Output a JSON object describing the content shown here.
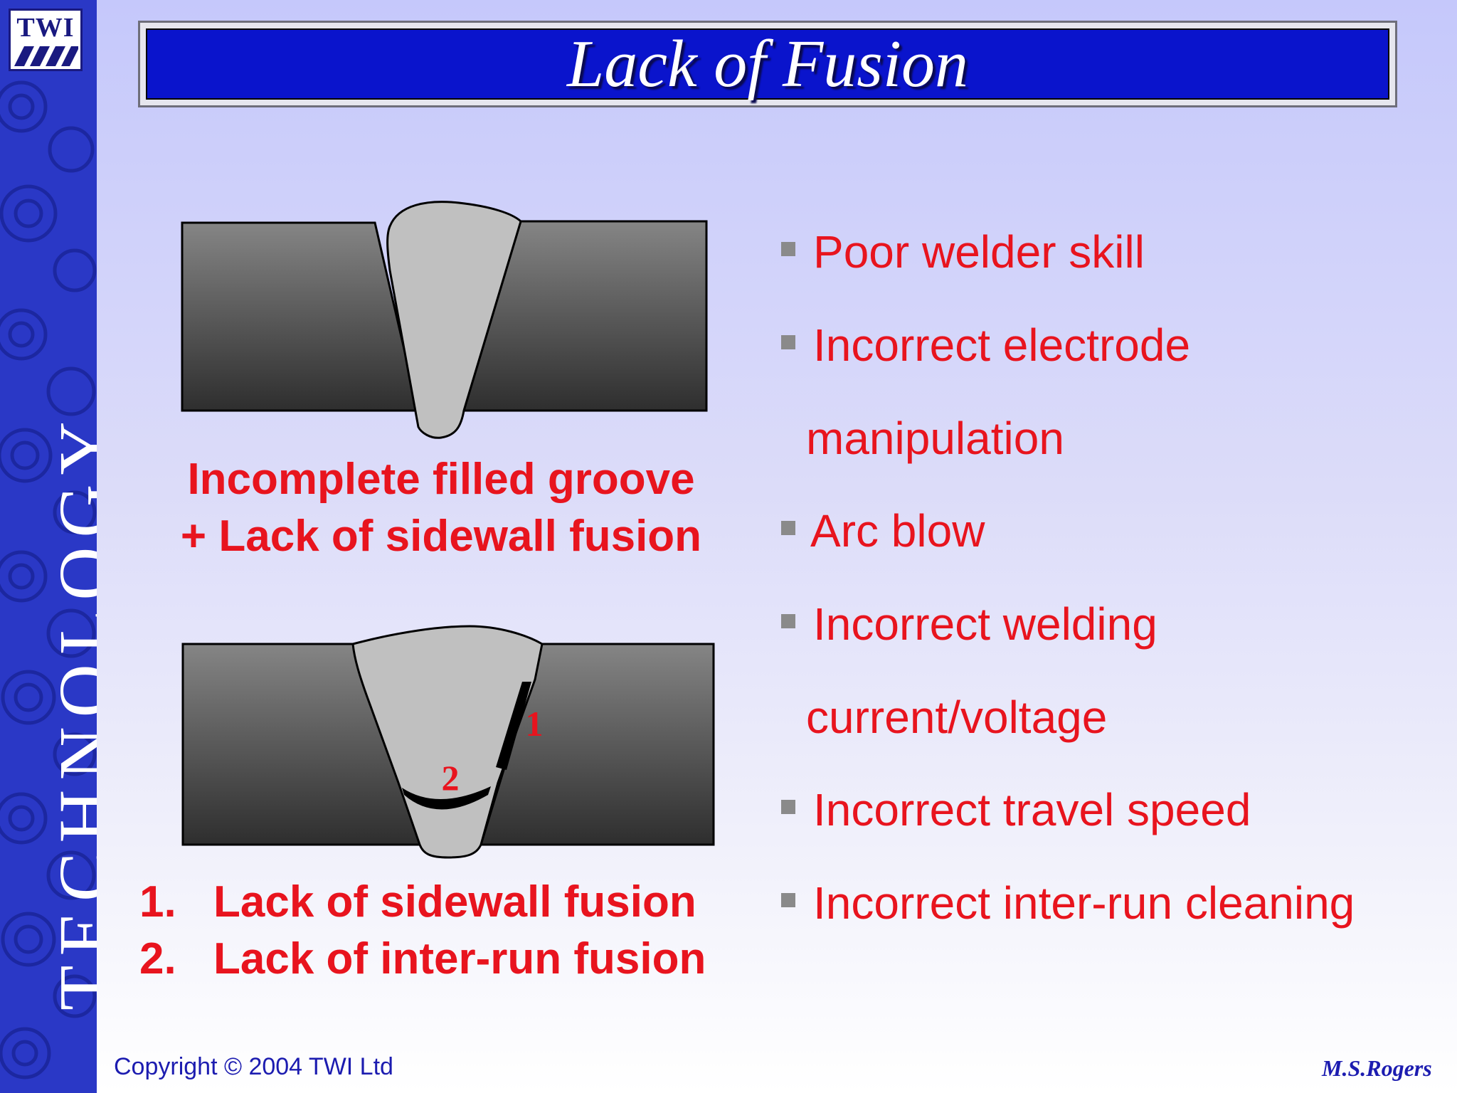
{
  "brand": {
    "logo": "TWI",
    "side_text": "TECHNOLOGY"
  },
  "title": "Lack of Fusion",
  "diagram_top": {
    "caption": [
      "Incomplete filled groove",
      "+ Lack of sidewall fusion"
    ]
  },
  "diagram_bottom": {
    "labels": {
      "one": "1",
      "two": "2"
    },
    "caption": [
      {
        "num": "1.",
        "text": "Lack of sidewall fusion"
      },
      {
        "num": "2.",
        "text": "Lack of inter-run fusion"
      }
    ]
  },
  "causes": [
    {
      "text": "Poor welder skill"
    },
    {
      "text": "Incorrect electrode",
      "cont": "manipulation"
    },
    {
      "text": "Arc blow"
    },
    {
      "text": "Incorrect welding",
      "cont": "current/voltage"
    },
    {
      "text": "Incorrect travel speed"
    },
    {
      "text": "Incorrect inter-run cleaning"
    }
  ],
  "footer": {
    "copyright": "Copyright © 2004 TWI Ltd",
    "author": "M.S.Rogers"
  },
  "colors": {
    "title_bg": "#0a14cc",
    "text_red": "#e8141e",
    "sidebar": "#2a38c6",
    "footer_blue": "#1c1cb0"
  }
}
